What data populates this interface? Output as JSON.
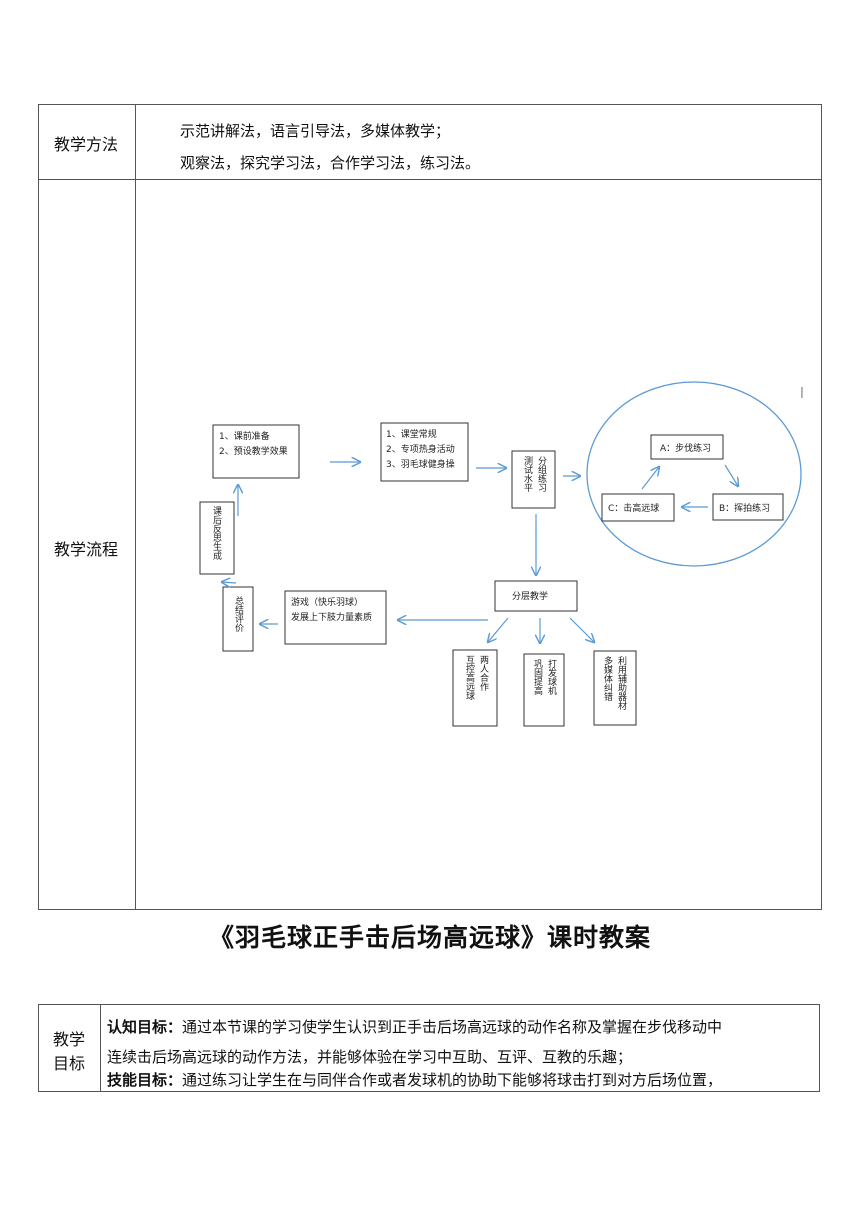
{
  "methods": {
    "label": "教学方法",
    "line1": "示范讲解法，语言引导法，多媒体教学；",
    "line2": "观察法，探究学习法，合作学习法，练习法。"
  },
  "flow": {
    "label": "教学流程",
    "corner_mark": "l",
    "box_prep": [
      "1、课前准备",
      "2、预设教学效果"
    ],
    "box_class": [
      "1、课堂常规",
      "2、专项热身活动",
      "3、羽毛球健身操"
    ],
    "box_test_group": [
      "测试水平",
      "分组练习"
    ],
    "cycle_a": "A：步伐练习",
    "cycle_b": "B：挥拍练习",
    "cycle_c": "C：击高远球",
    "box_layered": "分层教学",
    "sub_pair": [
      "两人合作",
      "互控高远球"
    ],
    "sub_machine": [
      "打发球机",
      "巩固提高"
    ],
    "sub_media": [
      "利用辅助器材",
      "多媒体纠错"
    ],
    "box_game": [
      "游戏（快乐羽球）",
      "发展上下肢力量素质"
    ],
    "box_summary": "总结评价",
    "box_reflect": "课后反思生成"
  },
  "doc_title": "《羽毛球正手击后场高远球》课时教案",
  "goals": {
    "label_line1": "教学",
    "label_line2": "目标",
    "cognitive_head": "认知目标：",
    "cognitive_text1": "通过本节课的学习使学生认识到正手击后场高远球的动作名称及掌握在步伐移动中",
    "cognitive_text2": "连续击后场高远球的动作方法，并能够体验在学习中互助、互评、互教的乐趣；",
    "skill_head": "技能目标：",
    "skill_text": "通过练习让学生在与同伴合作或者发球机的协助下能够将球击打到对方后场位置，"
  }
}
